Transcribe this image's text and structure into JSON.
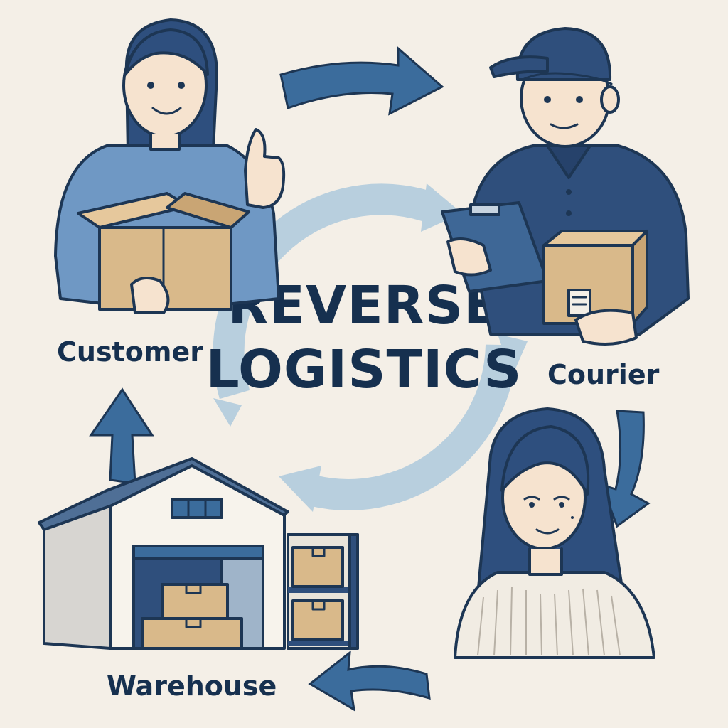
{
  "diagram": {
    "title_line1": "REVERSE",
    "title_line2": "LOGISTICS",
    "nodes": [
      {
        "id": "customer",
        "label": "Customer"
      },
      {
        "id": "courier",
        "label": "Courier"
      },
      {
        "id": "receiver",
        "label": ""
      },
      {
        "id": "warehouse",
        "label": "Warehouse"
      }
    ]
  },
  "colors": {
    "background": "#f4efe7",
    "ink": "#1d3654",
    "arrow": "#3b6c9c",
    "cycle": "#b8cfde",
    "cardboard": "#d9b98a",
    "navy_uniform": "#2f4f7c",
    "sweater_blue": "#6f98c4",
    "skin": "#f6e3cf"
  },
  "icons": [
    "cycle-arrow-icon",
    "flow-arrow-icon",
    "cardboard-box-icon",
    "clipboard-icon",
    "warehouse-icon"
  ]
}
